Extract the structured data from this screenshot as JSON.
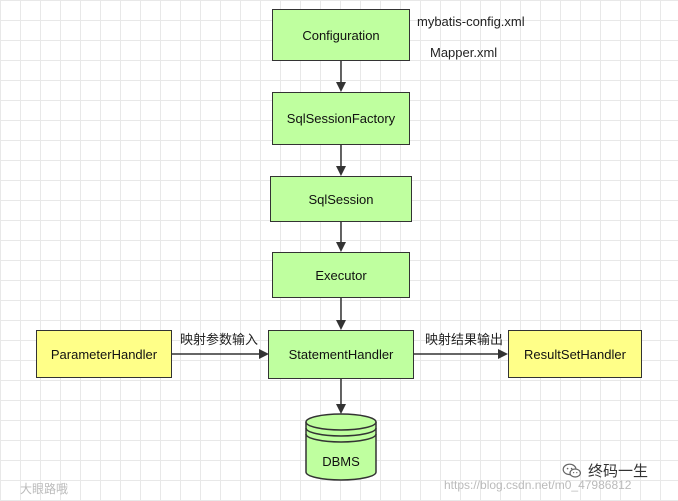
{
  "nodes": {
    "configuration": "Configuration",
    "sqlsessionfactory": "SqlSessionFactory",
    "sqlsession": "SqlSession",
    "executor": "Executor",
    "statementhandler": "StatementHandler",
    "parameterhandler": "ParameterHandler",
    "resultsethandler": "ResultSetHandler",
    "dbms": "DBMS"
  },
  "notes": {
    "config_file": "mybatis-config.xml",
    "mapper_file": "Mapper.xml"
  },
  "edge_labels": {
    "param_to_statement": "映射参数输入",
    "statement_to_result": "映射结果输出"
  },
  "watermarks": {
    "bottom_left": "大眼路哦",
    "bottom_url": "https://blog.csdn.net/m0_47986812"
  },
  "brand": {
    "name": "终码一生",
    "icon": "wechat-icon"
  },
  "colors": {
    "flow_node": "#bfff9f",
    "handler_node": "#ffff88",
    "border": "#333333",
    "grid": "#e8e8e8"
  }
}
